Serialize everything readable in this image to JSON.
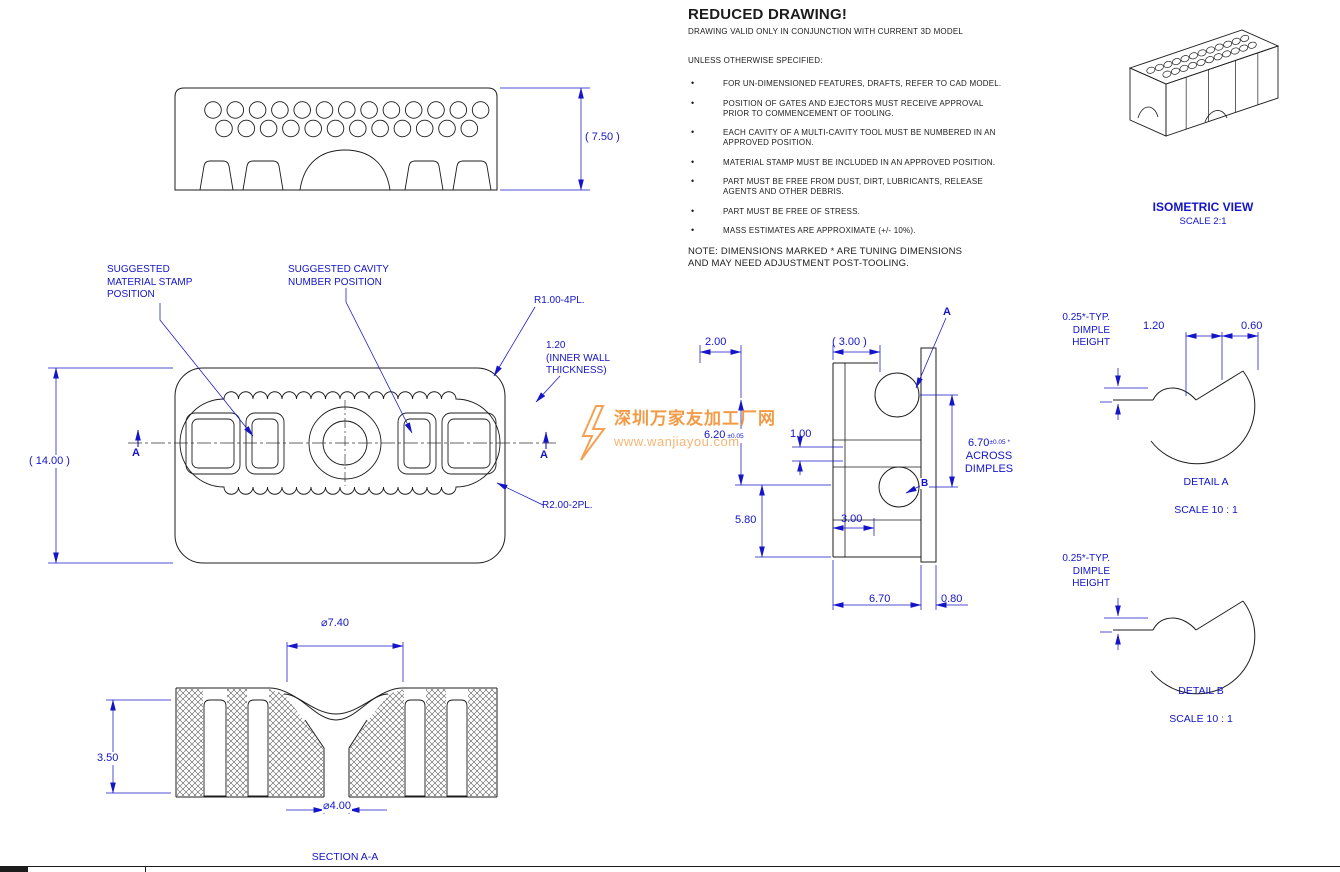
{
  "notes": {
    "title": "REDUCED DRAWING!",
    "subtitle": "DRAWING VALID ONLY IN CONJUNCTION WITH CURRENT 3D MODEL",
    "header": "UNLESS OTHERWISE SPECIFIED:",
    "bullets": [
      "FOR UN-DIMENSIONED FEATURES, DRAFTS, REFER TO CAD MODEL.",
      "POSITION OF GATES AND EJECTORS MUST RECEIVE APPROVAL\nPRIOR TO COMMENCEMENT OF TOOLING.",
      "EACH CAVITY OF A MULTI-CAVITY TOOL MUST BE NUMBERED IN AN\nAPPROVED POSITION.",
      "MATERIAL STAMP MUST BE INCLUDED IN AN APPROVED POSITION.",
      "PART MUST BE FREE FROM DUST, DIRT, LUBRICANTS, RELEASE\nAGENTS AND OTHER DEBRIS.",
      "PART MUST BE FREE OF STRESS.",
      "MASS ESTIMATES ARE APPROXIMATE (+/- 10%)."
    ],
    "footnote": "NOTE: DIMENSIONS MARKED * ARE TUNING DIMENSIONS\nAND MAY NEED ADJUSTMENT POST-TOOLING."
  },
  "isometric": {
    "label": "ISOMETRIC VIEW",
    "scale": "SCALE 2:1"
  },
  "front_view": {
    "dim_height": "( 7.50 )"
  },
  "plan_view": {
    "dim_width": "( 14.00 )",
    "material_stamp": "SUGGESTED\nMATERIAL STAMP\nPOSITION",
    "cavity_number": "SUGGESTED CAVITY\nNUMBER POSITION",
    "radius_4pl": "R1.00-4PL.",
    "inner_wall": "1.20\n(INNER WALL\nTHICKNESS)",
    "radius_2pl": "R2.00-2PL.",
    "section_letter": "A"
  },
  "section_view": {
    "title": "SECTION A-A",
    "dia_top": "⌀7.40",
    "dia_bottom": "⌀4.00",
    "dim_depth": "3.50"
  },
  "side_view": {
    "dim_2": "2.00",
    "dim_3_ref": "( 3.00 )",
    "dim_620": "6.20",
    "dim_620_tol": "±0.05",
    "dim_1": "1.00",
    "dim_580": "5.80",
    "dim_3": "3.00",
    "dim_670": "6.70",
    "dim_080": "0.80",
    "across_value": "6.70",
    "across_tol": "±0.05 *",
    "across_label": "ACROSS\nDIMPLES",
    "marker_a": "A",
    "marker_b": "B"
  },
  "detail_a": {
    "title": "DETAIL A",
    "scale": "SCALE 10 : 1",
    "dimple_note": "0.25*-TYP.\nDIMPLE\nHEIGHT",
    "dim_120": "1.20",
    "dim_060": "0.60"
  },
  "detail_b": {
    "title": "DETAIL B",
    "scale": "SCALE 10 : 1",
    "dimple_note": "0.25*-TYP.\nDIMPLE\nHEIGHT"
  },
  "watermark": {
    "site_name": "深圳万家友加工厂网",
    "site_url": "www.wanjiayou.com"
  }
}
